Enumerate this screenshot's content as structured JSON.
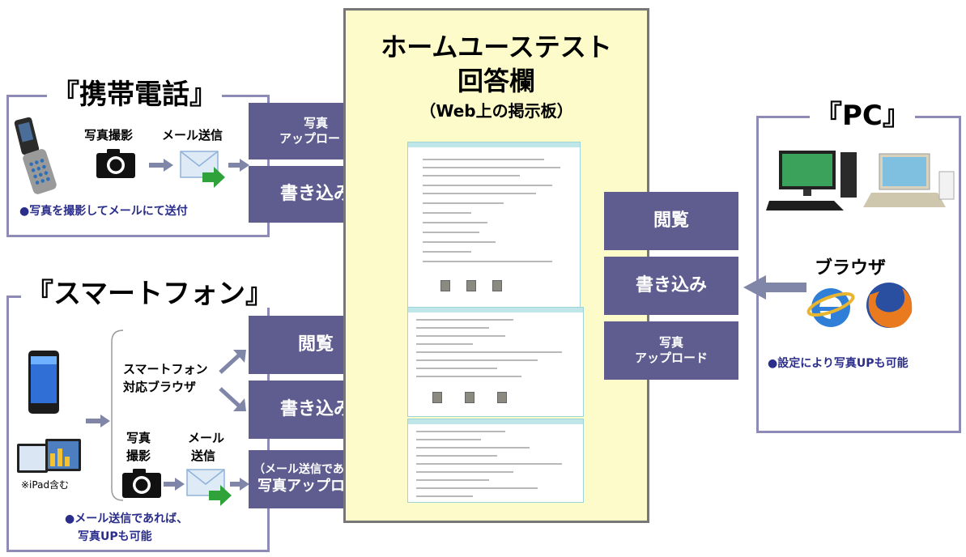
{
  "board": {
    "title_line1": "ホームユーステスト",
    "title_line2": "回答欄",
    "subtitle": "（Web上の掲示板）"
  },
  "mobile": {
    "title": "『携帯電話』",
    "photo_label": "写真撮影",
    "mail_label": "メール送信",
    "note": "●写真を撮影してメールにて送付",
    "btn_upload_line1": "写真",
    "btn_upload_line2": "アップロード",
    "btn_write": "書き込み"
  },
  "smartphone": {
    "title": "『スマートフォン』",
    "browser_line1": "スマートフォン",
    "browser_line2": "対応ブラウザ",
    "photo_line1": "写真",
    "photo_line2": "撮影",
    "mail_line1": "メール",
    "mail_line2": "送信",
    "ipad_note": "※iPad含む",
    "note_line1": "●メール送信であれば、",
    "note_line2": "写真UPも可能",
    "btn_view": "閲覧",
    "btn_write": "書き込み",
    "btn_upload_line1": "（メール送信であれば）",
    "btn_upload_line2": "写真アップロード"
  },
  "pc": {
    "title": "『PC』",
    "browser_label": "ブラウザ",
    "note": "●設定により写真UPも可能",
    "btn_view": "閲覧",
    "btn_write": "書き込み",
    "btn_upload_line1": "写真",
    "btn_upload_line2": "アップロード"
  },
  "colors": {
    "box": "#5f5d8f",
    "frame": "#8e8cb6",
    "board_bg": "#fdfbc9",
    "note_blue": "#2a2d8a"
  }
}
